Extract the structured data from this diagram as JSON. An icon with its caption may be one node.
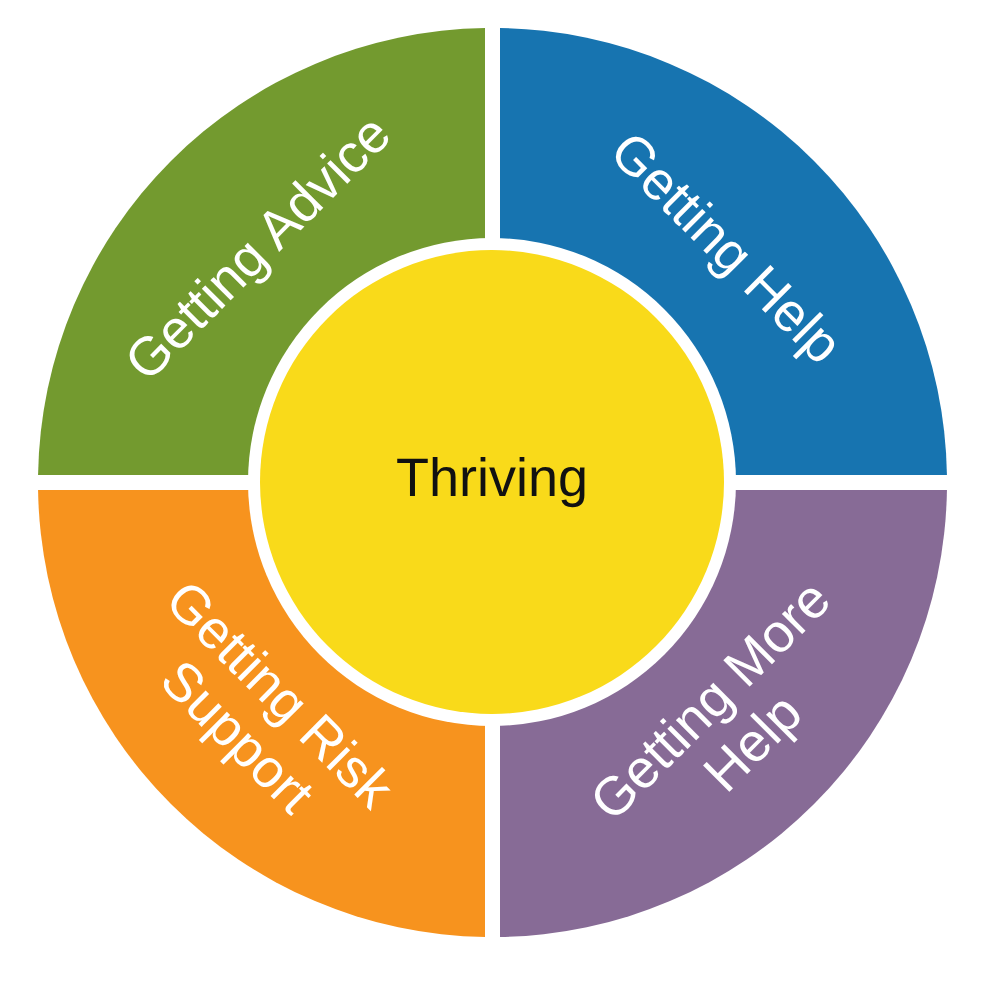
{
  "diagram": {
    "nodes": [
      {
        "text": [
          "Getting Advice"
        ]
      },
      {
        "text": [
          "Getting Help"
        ]
      },
      {
        "text": [
          "Thriving"
        ]
      },
      {
        "text": [
          "Getting Risk Support"
        ]
      },
      {
        "text": [
          "Getting More Help"
        ]
      }
    ]
  }
}
